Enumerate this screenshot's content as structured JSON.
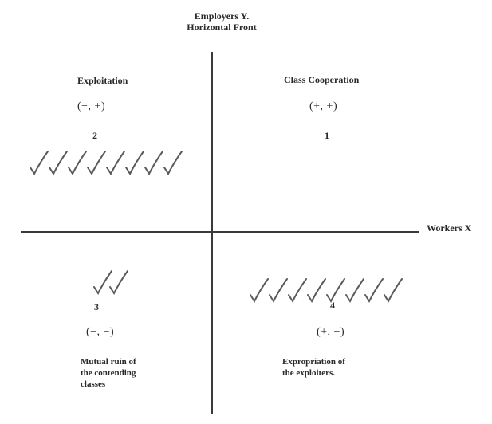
{
  "axes": {
    "y_label_line1": "Employers Y.",
    "y_label_line2": "Horizontal Front",
    "x_label": "Workers X"
  },
  "quadrants": [
    {
      "id": 1,
      "title": "Class Cooperation",
      "signs": "(+, +)",
      "number": "1",
      "description": [],
      "check_count": 0
    },
    {
      "id": 2,
      "title": "Exploitation",
      "signs": "(−, +)",
      "number": "2",
      "description": [],
      "check_count": 8
    },
    {
      "id": 3,
      "title": "",
      "signs": "(−, −)",
      "number": "3",
      "description": [
        "Mutual ruin of",
        "the contending",
        "classes"
      ],
      "check_count": 2
    },
    {
      "id": 4,
      "title": "",
      "signs": "(+, −)",
      "number": "4",
      "description": [
        "Expropriation of",
        "the exploiters."
      ],
      "check_count": 8
    }
  ],
  "colors": {
    "axis": "#3a3a3a",
    "text": "#2a2a2a",
    "marks": "#5a5a5a"
  }
}
